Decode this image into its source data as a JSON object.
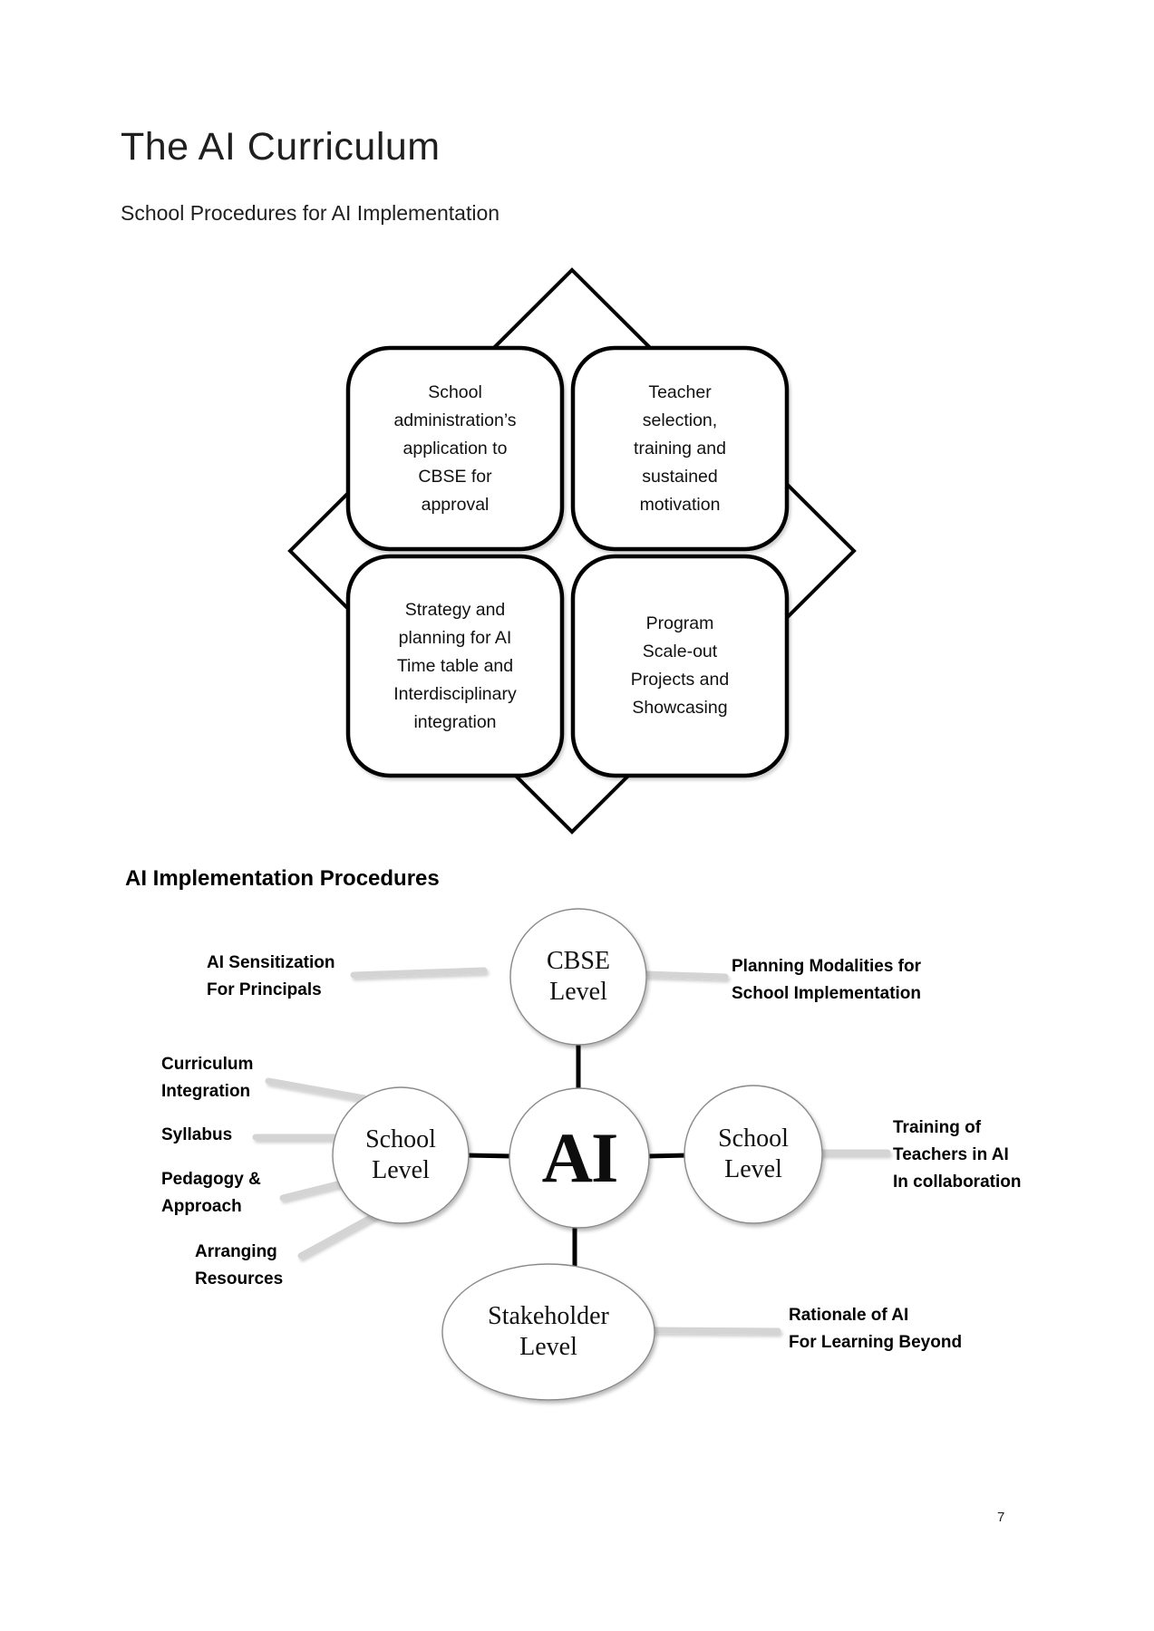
{
  "page": {
    "title": "The AI Curriculum",
    "subtitle": "School Procedures for AI Implementation",
    "section2_heading": "AI Implementation Procedures",
    "page_number": "7"
  },
  "procedures_diagram": {
    "boxes": [
      {
        "lines": [
          "School",
          "administration’s",
          "application to",
          "CBSE for",
          "approval"
        ]
      },
      {
        "lines": [
          "Teacher",
          "selection,",
          "training and",
          "sustained",
          "motivation"
        ]
      },
      {
        "lines": [
          "Strategy and",
          "planning for AI",
          "Time table and",
          "Interdisciplinary",
          "integration"
        ]
      },
      {
        "lines": [
          "Program",
          "Scale-out",
          "Projects and",
          "Showcasing"
        ]
      }
    ]
  },
  "implementation_diagram": {
    "nodes": {
      "cbse": {
        "lines": [
          "CBSE",
          "Level"
        ]
      },
      "ai": {
        "label": "AI"
      },
      "school_left": {
        "lines": [
          "School",
          "Level"
        ]
      },
      "school_right": {
        "lines": [
          "School",
          "Level"
        ]
      },
      "stakeholder": {
        "lines": [
          "Stakeholder",
          "Level"
        ]
      }
    },
    "labels": {
      "ai_sensitization": {
        "lines": [
          "AI Sensitization",
          "For Principals"
        ]
      },
      "planning_modalities": {
        "lines": [
          "Planning Modalities for",
          "School Implementation"
        ]
      },
      "curriculum_integration": {
        "lines": [
          "Curriculum",
          "Integration"
        ]
      },
      "syllabus": {
        "lines": [
          "Syllabus"
        ]
      },
      "pedagogy_approach": {
        "lines": [
          "Pedagogy &",
          "Approach"
        ]
      },
      "arranging_resources": {
        "lines": [
          "Arranging",
          "Resources"
        ]
      },
      "training_teachers": {
        "lines": [
          "Training of",
          "Teachers in AI",
          "In collaboration"
        ]
      },
      "rationale": {
        "lines": [
          "Rationale of AI",
          "For Learning Beyond"
        ]
      }
    },
    "colors": {
      "connector_gray": "#d4d4d4",
      "shape_outline": "#000000",
      "circle_stroke": "#8a8a8a",
      "fill": "#ffffff"
    }
  }
}
